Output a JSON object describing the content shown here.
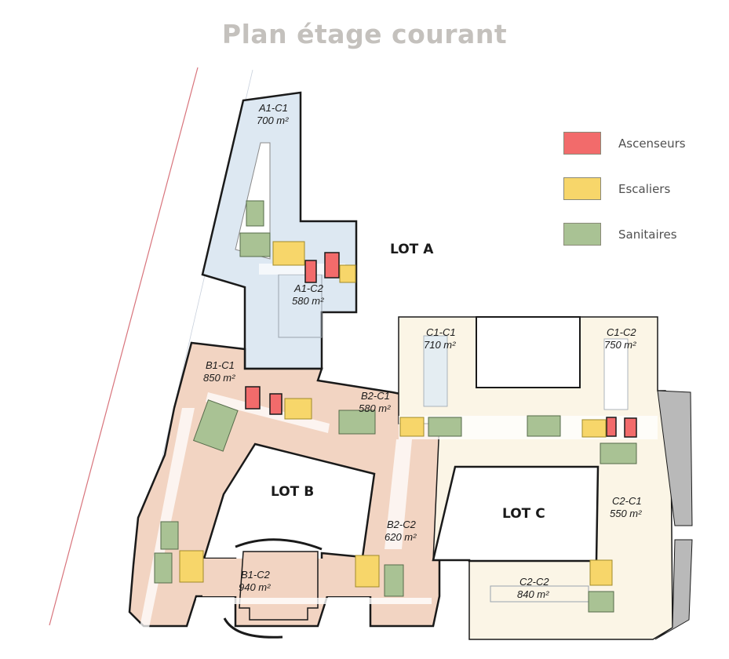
{
  "title": "Plan étage courant",
  "legend": [
    {
      "label": "Ascenseurs",
      "color": "#f26b6b"
    },
    {
      "label": "Escaliers",
      "color": "#f7d66a"
    },
    {
      "label": "Sanitaires",
      "color": "#a9c294"
    }
  ],
  "colors": {
    "lot_a": "#dde8f2",
    "lot_b": "#f2d4c2",
    "lot_c": "#fbf5e6",
    "walls": "#1a1a1a",
    "property_line": "#d8747c",
    "ramp": "#b9b9b9"
  },
  "lots": {
    "a": "LOT A",
    "b": "LOT B",
    "c": "LOT C"
  },
  "zones": {
    "a1c1": {
      "name": "A1-C1",
      "area": "700 m²"
    },
    "a1c2": {
      "name": "A1-C2",
      "area": "580 m²"
    },
    "b1c1": {
      "name": "B1-C1",
      "area": "850 m²"
    },
    "b2c1": {
      "name": "B2-C1",
      "area": "580 m²"
    },
    "b1c2": {
      "name": "B1-C2",
      "area": "940 m²"
    },
    "b2c2": {
      "name": "B2-C2",
      "area": "620 m²"
    },
    "c1c1": {
      "name": "C1-C1",
      "area": "710 m²"
    },
    "c1c2": {
      "name": "C1-C2",
      "area": "750 m²"
    },
    "c2c1": {
      "name": "C2-C1",
      "area": "550 m²"
    },
    "c2c2": {
      "name": "C2-C2",
      "area": "840 m²"
    }
  }
}
